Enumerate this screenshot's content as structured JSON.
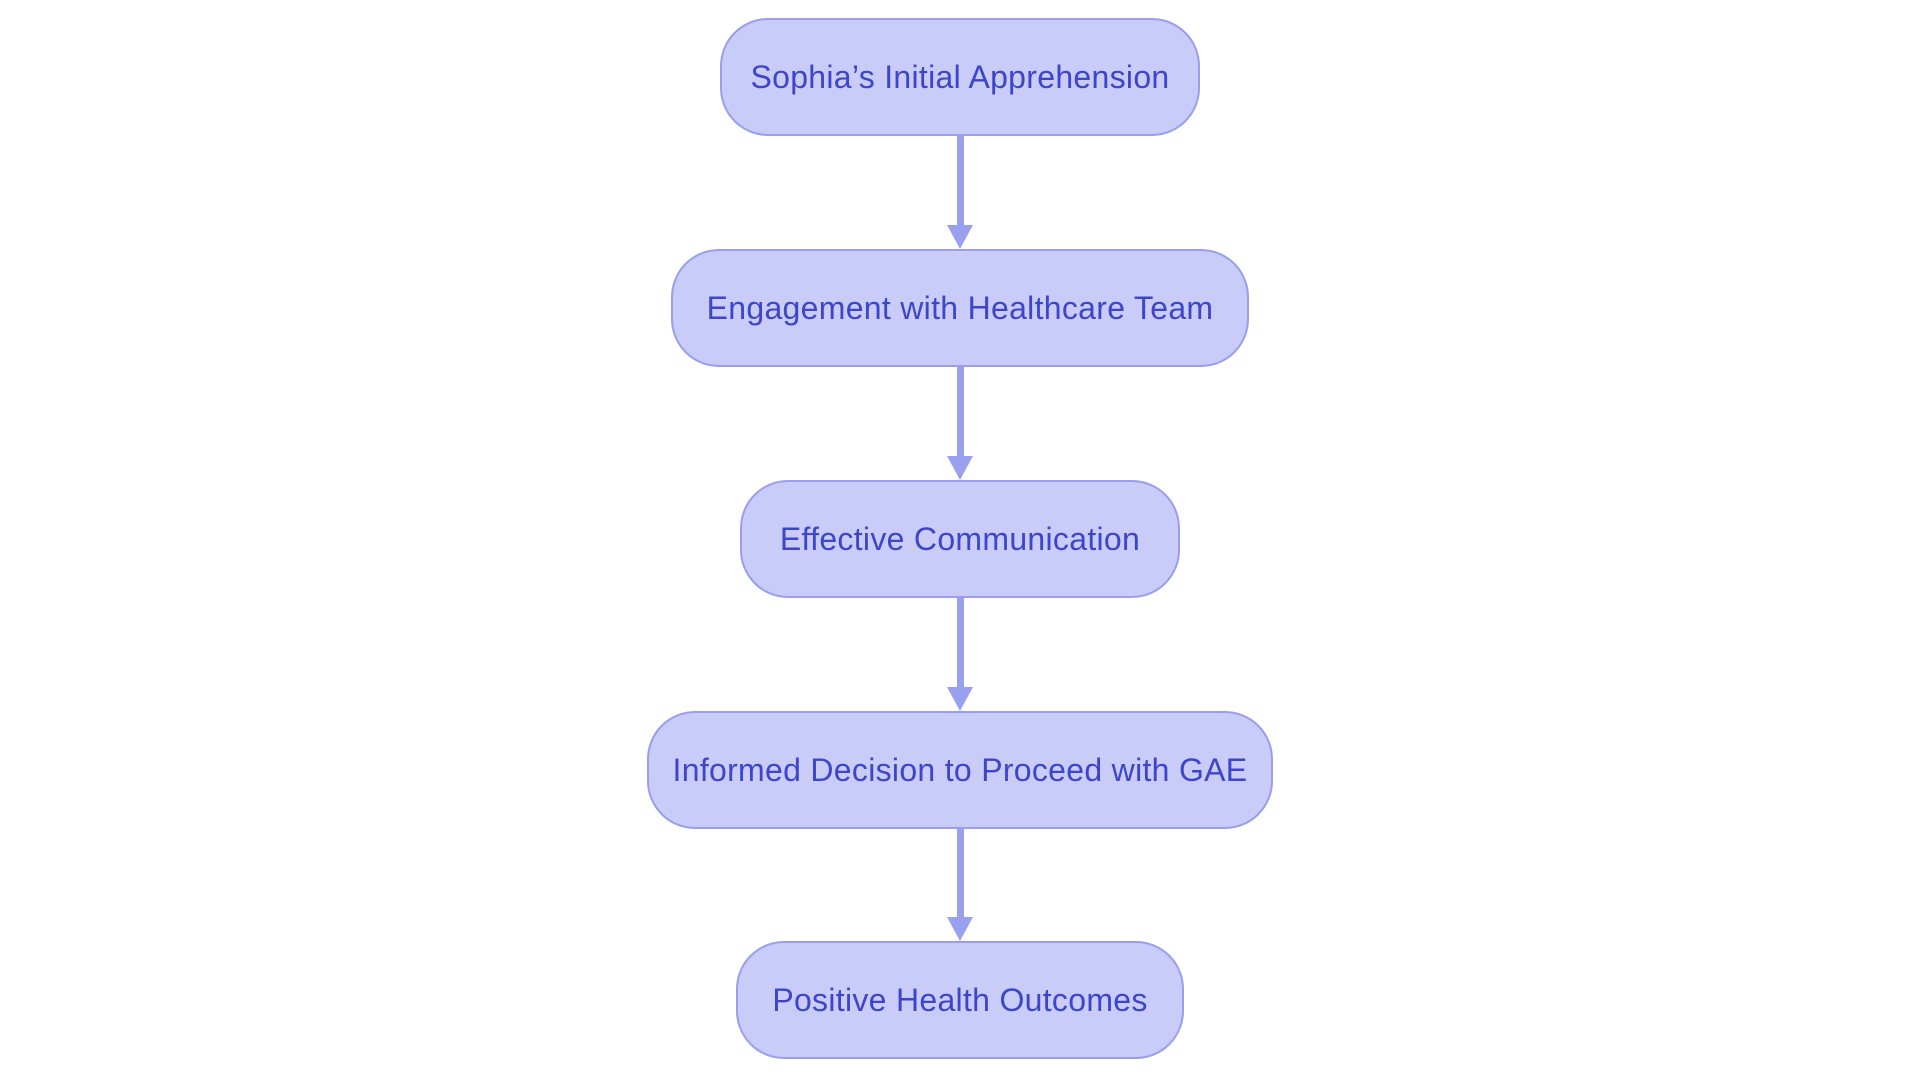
{
  "diagram": {
    "type": "flowchart",
    "direction": "top-down",
    "nodes": [
      {
        "id": "n1",
        "label": "Sophia’s Initial Apprehension"
      },
      {
        "id": "n2",
        "label": "Engagement with Healthcare Team"
      },
      {
        "id": "n3",
        "label": "Effective Communication"
      },
      {
        "id": "n4",
        "label": "Informed Decision to Proceed with GAE"
      },
      {
        "id": "n5",
        "label": "Positive Health Outcomes"
      }
    ],
    "edges": [
      {
        "from": "n1",
        "to": "n2"
      },
      {
        "from": "n2",
        "to": "n3"
      },
      {
        "from": "n3",
        "to": "n4"
      },
      {
        "from": "n4",
        "to": "n5"
      }
    ]
  },
  "colors": {
    "background": "#ffffff",
    "node_fill": "#c9cbf8",
    "node_border": "#9a9eed",
    "node_text": "#3d46c8",
    "arrow": "#9aa0f0"
  }
}
